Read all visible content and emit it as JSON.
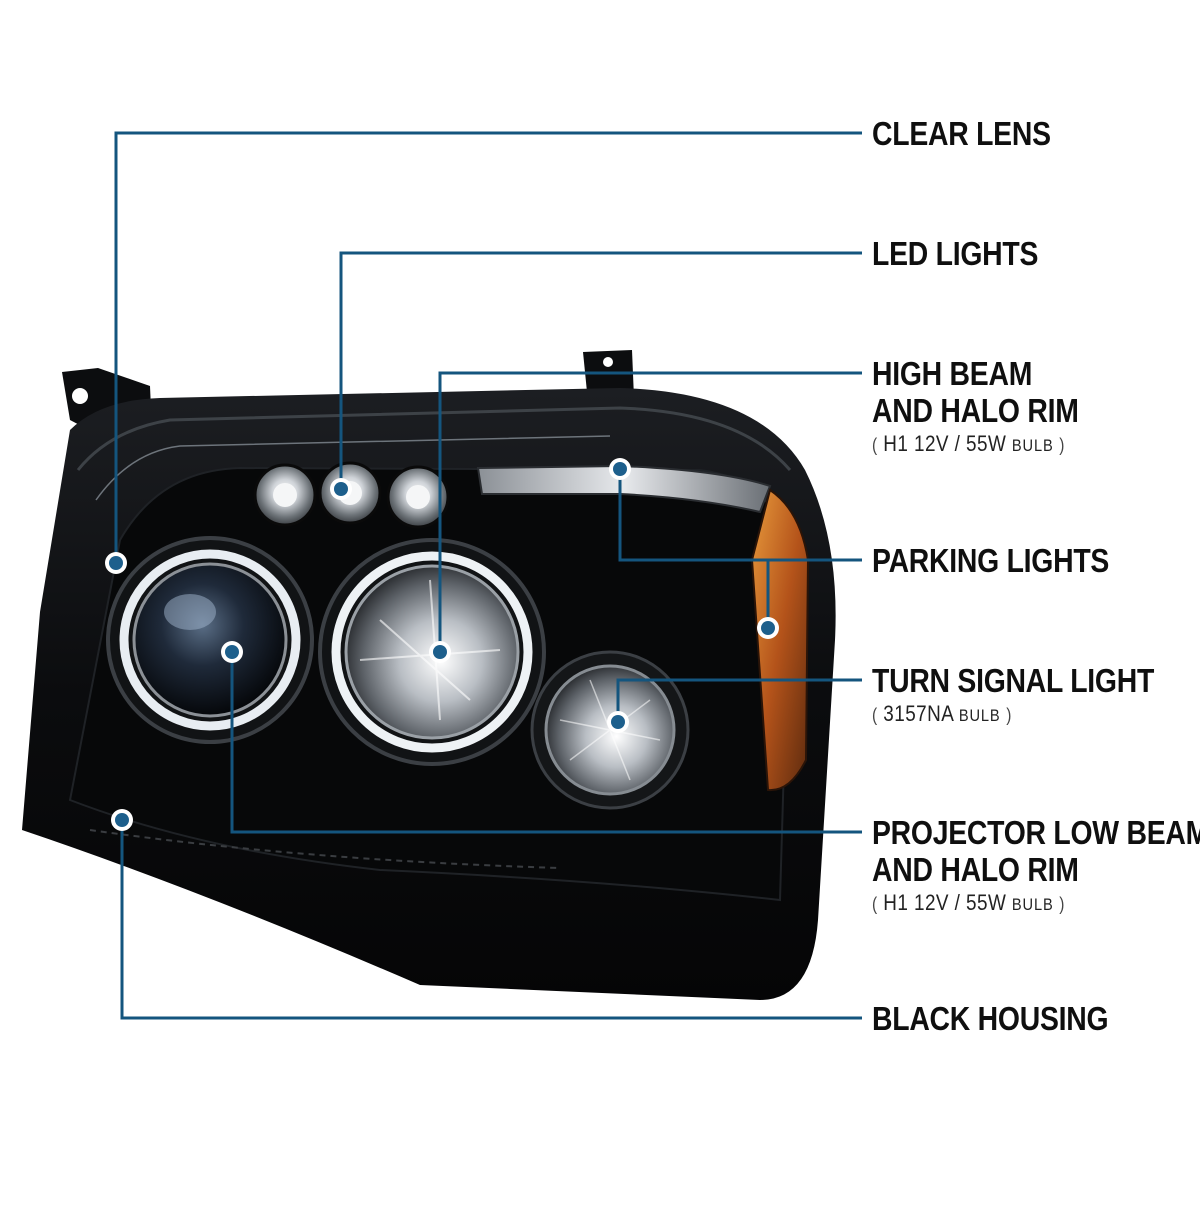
{
  "colors": {
    "callout_line": "#14557e",
    "callout_dot": "#1d5f8c",
    "housing": "#0a0a0c",
    "chrome": "#c9ccd0",
    "amber": "#c9641a",
    "label_text": "#0f0f0f"
  },
  "callouts": [
    {
      "id": "clear-lens",
      "title_lines": [
        "CLEAR LENS"
      ]
    },
    {
      "id": "led-lights",
      "title_lines": [
        "LED LIGHTS"
      ]
    },
    {
      "id": "high-beam",
      "title_lines": [
        "HIGH BEAM",
        "AND HALO RIM"
      ],
      "note": {
        "open": "(",
        "spec": "H1  12V / 55W",
        "unit": "BULB",
        "close": ")"
      }
    },
    {
      "id": "parking-lights",
      "title_lines": [
        "PARKING LIGHTS"
      ]
    },
    {
      "id": "turn-signal",
      "title_lines": [
        "TURN SIGNAL LIGHT"
      ],
      "note": {
        "open": "(",
        "spec": "3157NA",
        "unit": "BULB",
        "close": ")"
      }
    },
    {
      "id": "projector-low-beam",
      "title_lines": [
        "PROJECTOR LOW BEAM",
        "AND HALO RIM"
      ],
      "note": {
        "open": "(",
        "spec": "H1  12V / 55W",
        "unit": "BULB",
        "close": ")"
      }
    },
    {
      "id": "black-housing",
      "title_lines": [
        "BLACK HOUSING"
      ]
    }
  ],
  "icons": [
    "callout-dot-icon"
  ]
}
